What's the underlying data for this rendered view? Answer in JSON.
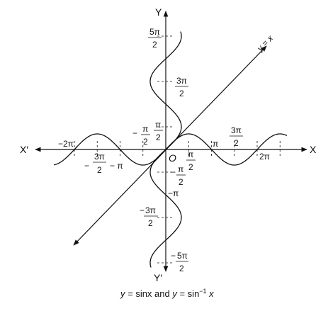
{
  "figure": {
    "axis_labels": {
      "x_pos": "X",
      "x_neg": "X′",
      "y_pos": "Y",
      "y_neg": "Y′",
      "origin": "O"
    },
    "line_label": "y = x",
    "caption": {
      "prefix": "y",
      "mid": " = sinx and ",
      "y2": "y",
      "eq2": " = sin",
      "sup": "−1",
      "x": " x"
    },
    "x_tick_labels": {
      "neg_two_pi": "−2π",
      "neg_three_half_num": "3π",
      "neg_three_half_den": "2",
      "neg_three_half_sign": "−",
      "neg_pi": "− π",
      "neg_half_num": "π",
      "neg_half_den": "2",
      "neg_half_sign": "−",
      "half_num": "π",
      "half_den": "2",
      "pi": "π",
      "three_half_num": "3π",
      "three_half_den": "2",
      "two_pi": "2π"
    },
    "y_tick_labels": {
      "five_half_num": "5π",
      "five_half_den": "2",
      "three_half_num": "3π",
      "three_half_den": "2",
      "half_num": "π",
      "half_den": "2",
      "neg_half_num": "π",
      "neg_half_den": "2",
      "neg_half_sign": "−",
      "neg_pi": "−π",
      "neg_three_half_num": "3π",
      "neg_three_half_den": "2",
      "neg_three_half_sign": "−",
      "neg_five_half_num": "5π",
      "neg_five_half_den": "2",
      "neg_five_half_sign": "−"
    }
  }
}
